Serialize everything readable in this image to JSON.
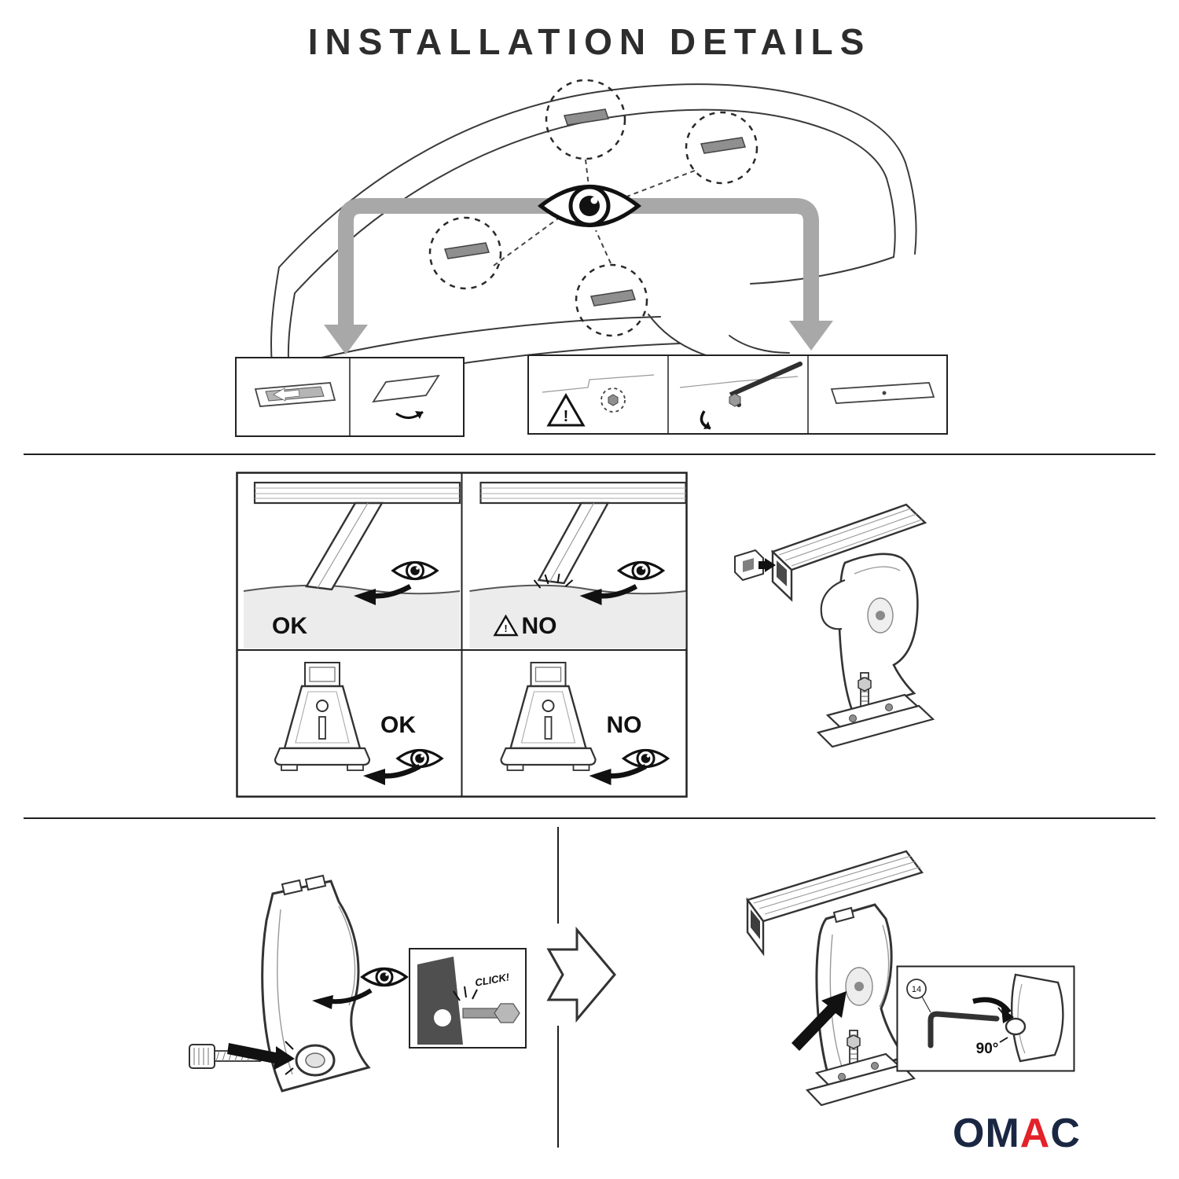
{
  "title": "INSTALLATION DETAILS",
  "top_section": {
    "warning_mark": "!"
  },
  "grid": {
    "top_left_label": "OK",
    "top_right_label": "NO",
    "bottom_left_label": "OK",
    "bottom_right_label": "NO",
    "warning_mark": "!"
  },
  "bottom": {
    "click": "CLICK!",
    "key_number": "14",
    "angle": "90°"
  },
  "logo": {
    "part1": "OM",
    "part2": "A",
    "part3": "C"
  },
  "colors": {
    "outline": "#3a3a3a",
    "gray_arrow": "#a8a8a8",
    "slot_gray": "#8f8f8f",
    "ground_gray": "#ececec",
    "logo_navy": "#1a2742",
    "logo_red": "#e32128"
  }
}
